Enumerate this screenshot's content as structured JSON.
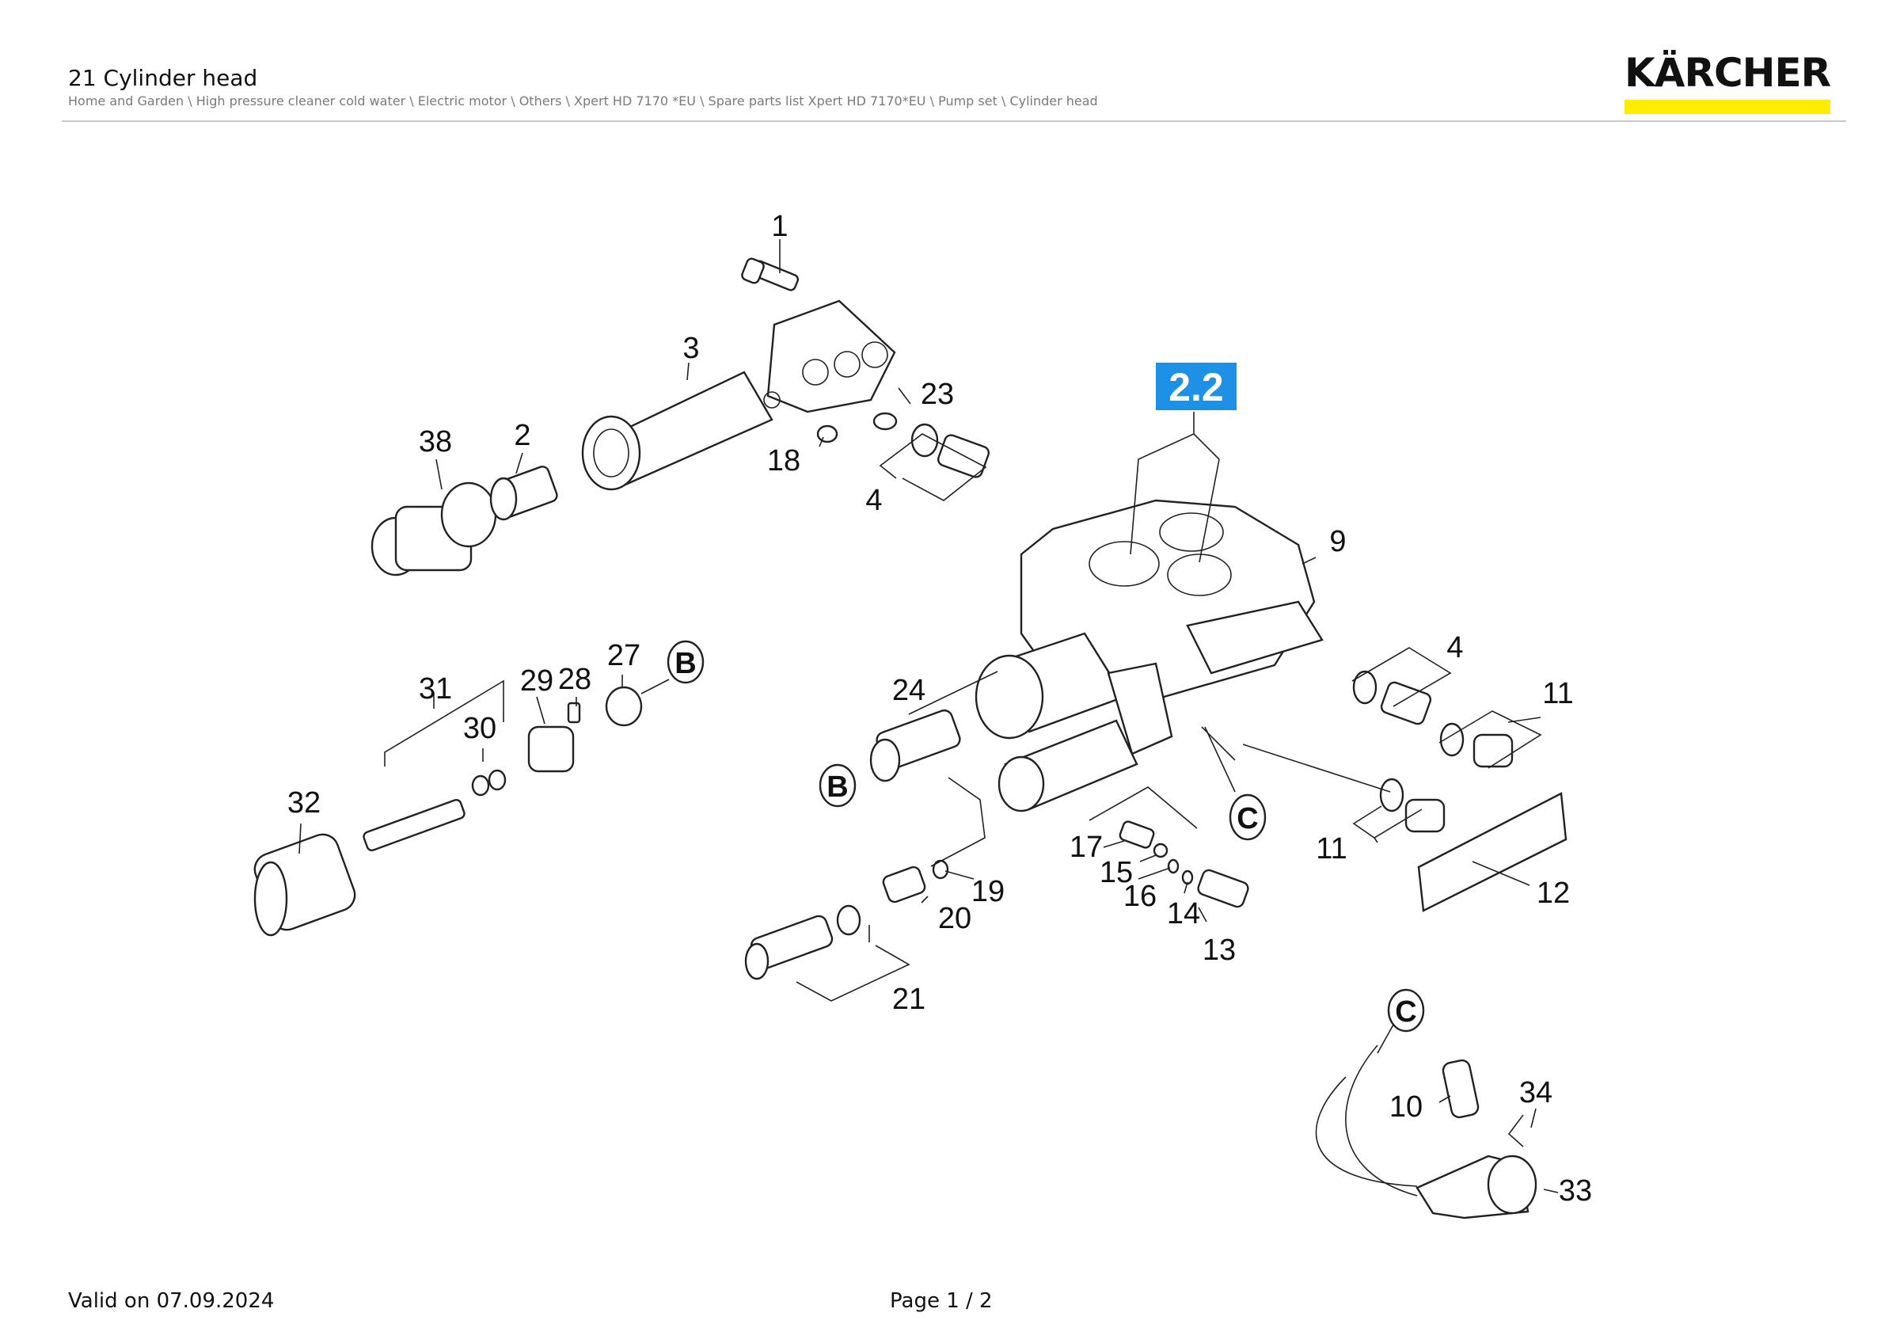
{
  "header": {
    "title": "21 Cylinder head",
    "breadcrumb": "Home and Garden \\ High pressure cleaner cold water \\ Electric motor \\ Others \\ Xpert HD 7170 *EU \\ Spare parts list Xpert HD 7170*EU \\ Pump set \\ Cylinder head",
    "logo_text": "KÄRCHER"
  },
  "colors": {
    "brand_yellow": "#ffed00",
    "callout_blue": "#1e90e6"
  },
  "diagram": {
    "callout": "2.2",
    "labels": {
      "p1": "1",
      "p2": "2",
      "p3": "3",
      "p4a": "4",
      "p4b": "4",
      "p9": "9",
      "p10": "10",
      "p11a": "11",
      "p11b": "11",
      "p12": "12",
      "p13": "13",
      "p14": "14",
      "p15": "15",
      "p16": "16",
      "p17": "17",
      "p18": "18",
      "p19": "19",
      "p20": "20",
      "p21": "21",
      "p23": "23",
      "p24": "24",
      "p27": "27",
      "p28": "28",
      "p29": "29",
      "p30": "30",
      "p31": "31",
      "p32": "32",
      "p33": "33",
      "p34": "34",
      "p38": "38"
    },
    "refs": {
      "b1": "B",
      "b2": "B",
      "c1": "C",
      "c2": "C"
    }
  },
  "footer": {
    "valid": "Valid on 07.09.2024",
    "page": "Page 1 / 2"
  }
}
